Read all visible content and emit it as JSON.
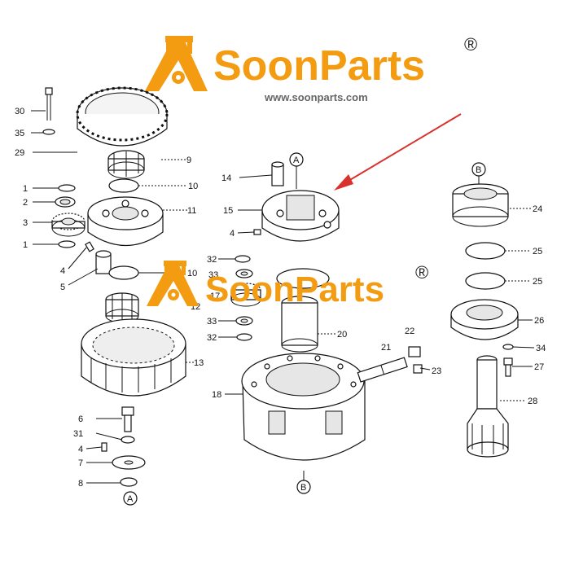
{
  "watermark": {
    "brand": "SoonParts",
    "url": "www.soonparts.com",
    "registered": "®",
    "color": "#f39c12",
    "icon": "excavator-logo-icon"
  },
  "callouts": {
    "A": "A",
    "B": "B"
  },
  "parts": {
    "p1": "1",
    "p2": "2",
    "p3": "3",
    "p4": "4",
    "p5": "5",
    "p6": "6",
    "p7": "7",
    "p8": "8",
    "p9": "9",
    "p10": "10",
    "p11": "11",
    "p12": "12",
    "p13": "13",
    "p14": "14",
    "p15": "15",
    "p17": "17",
    "p18": "18",
    "p20": "20",
    "p21": "21",
    "p22": "22",
    "p23": "23",
    "p24": "24",
    "p25": "25",
    "p26": "26",
    "p27": "27",
    "p28": "28",
    "p29": "29",
    "p30": "30",
    "p31": "31",
    "p32": "32",
    "p33": "33",
    "p34": "34",
    "p35": "35"
  },
  "arrow_color": "#d9312b"
}
